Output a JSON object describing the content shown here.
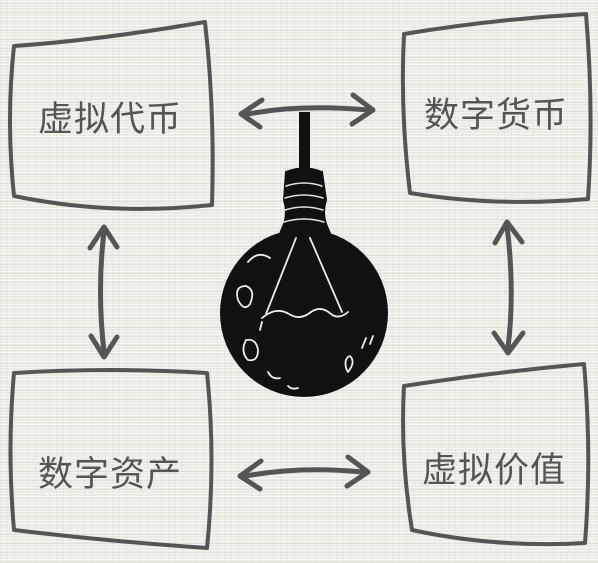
{
  "diagram": {
    "nodes": [
      {
        "id": "virtual-token",
        "label": "虚拟代币"
      },
      {
        "id": "digital-currency",
        "label": "数字货币"
      },
      {
        "id": "digital-asset",
        "label": "数字资产"
      },
      {
        "id": "virtual-value",
        "label": "虚拟价值"
      }
    ],
    "edges": [
      {
        "from": "virtual-token",
        "to": "digital-currency",
        "direction": "both"
      },
      {
        "from": "virtual-token",
        "to": "digital-asset",
        "direction": "both"
      },
      {
        "from": "digital-currency",
        "to": "virtual-value",
        "direction": "both"
      },
      {
        "from": "digital-asset",
        "to": "virtual-value",
        "direction": "both"
      }
    ],
    "center_icon": "light-bulb-icon",
    "colors": {
      "stroke": "#555555",
      "label": "#555555",
      "bulb": "#111111",
      "background": "#ecebe4"
    }
  }
}
